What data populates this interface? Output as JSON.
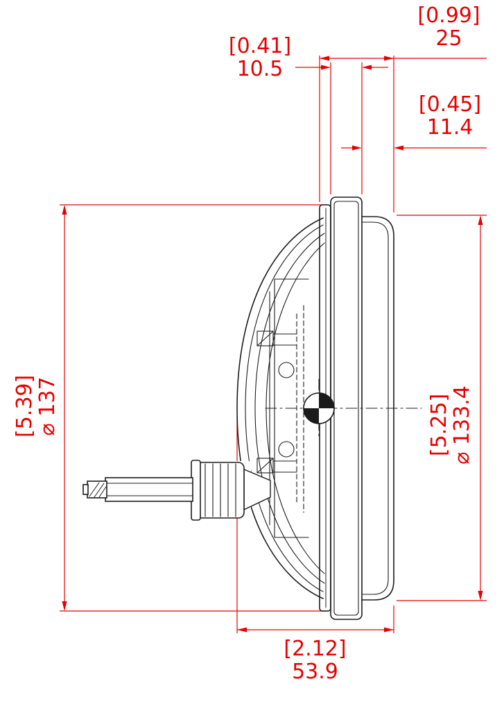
{
  "dims": {
    "flange": {
      "inch": "[0.41]",
      "mm": "10.5"
    },
    "depth": {
      "inch": "[0.99]",
      "mm": "25"
    },
    "rear": {
      "inch": "[0.45]",
      "mm": "11.4"
    },
    "outer_dia": {
      "inch": "[5.39]",
      "mm": "⌀ 137"
    },
    "body_dia": {
      "inch": "[5.25]",
      "mm": "⌀ 133.4"
    },
    "overall": {
      "inch": "[2.12]",
      "mm": "53.9"
    }
  },
  "colors": {
    "dimension_red": "#e60000",
    "drawing_black": "#1b1b1b",
    "background": "#ffffff"
  }
}
